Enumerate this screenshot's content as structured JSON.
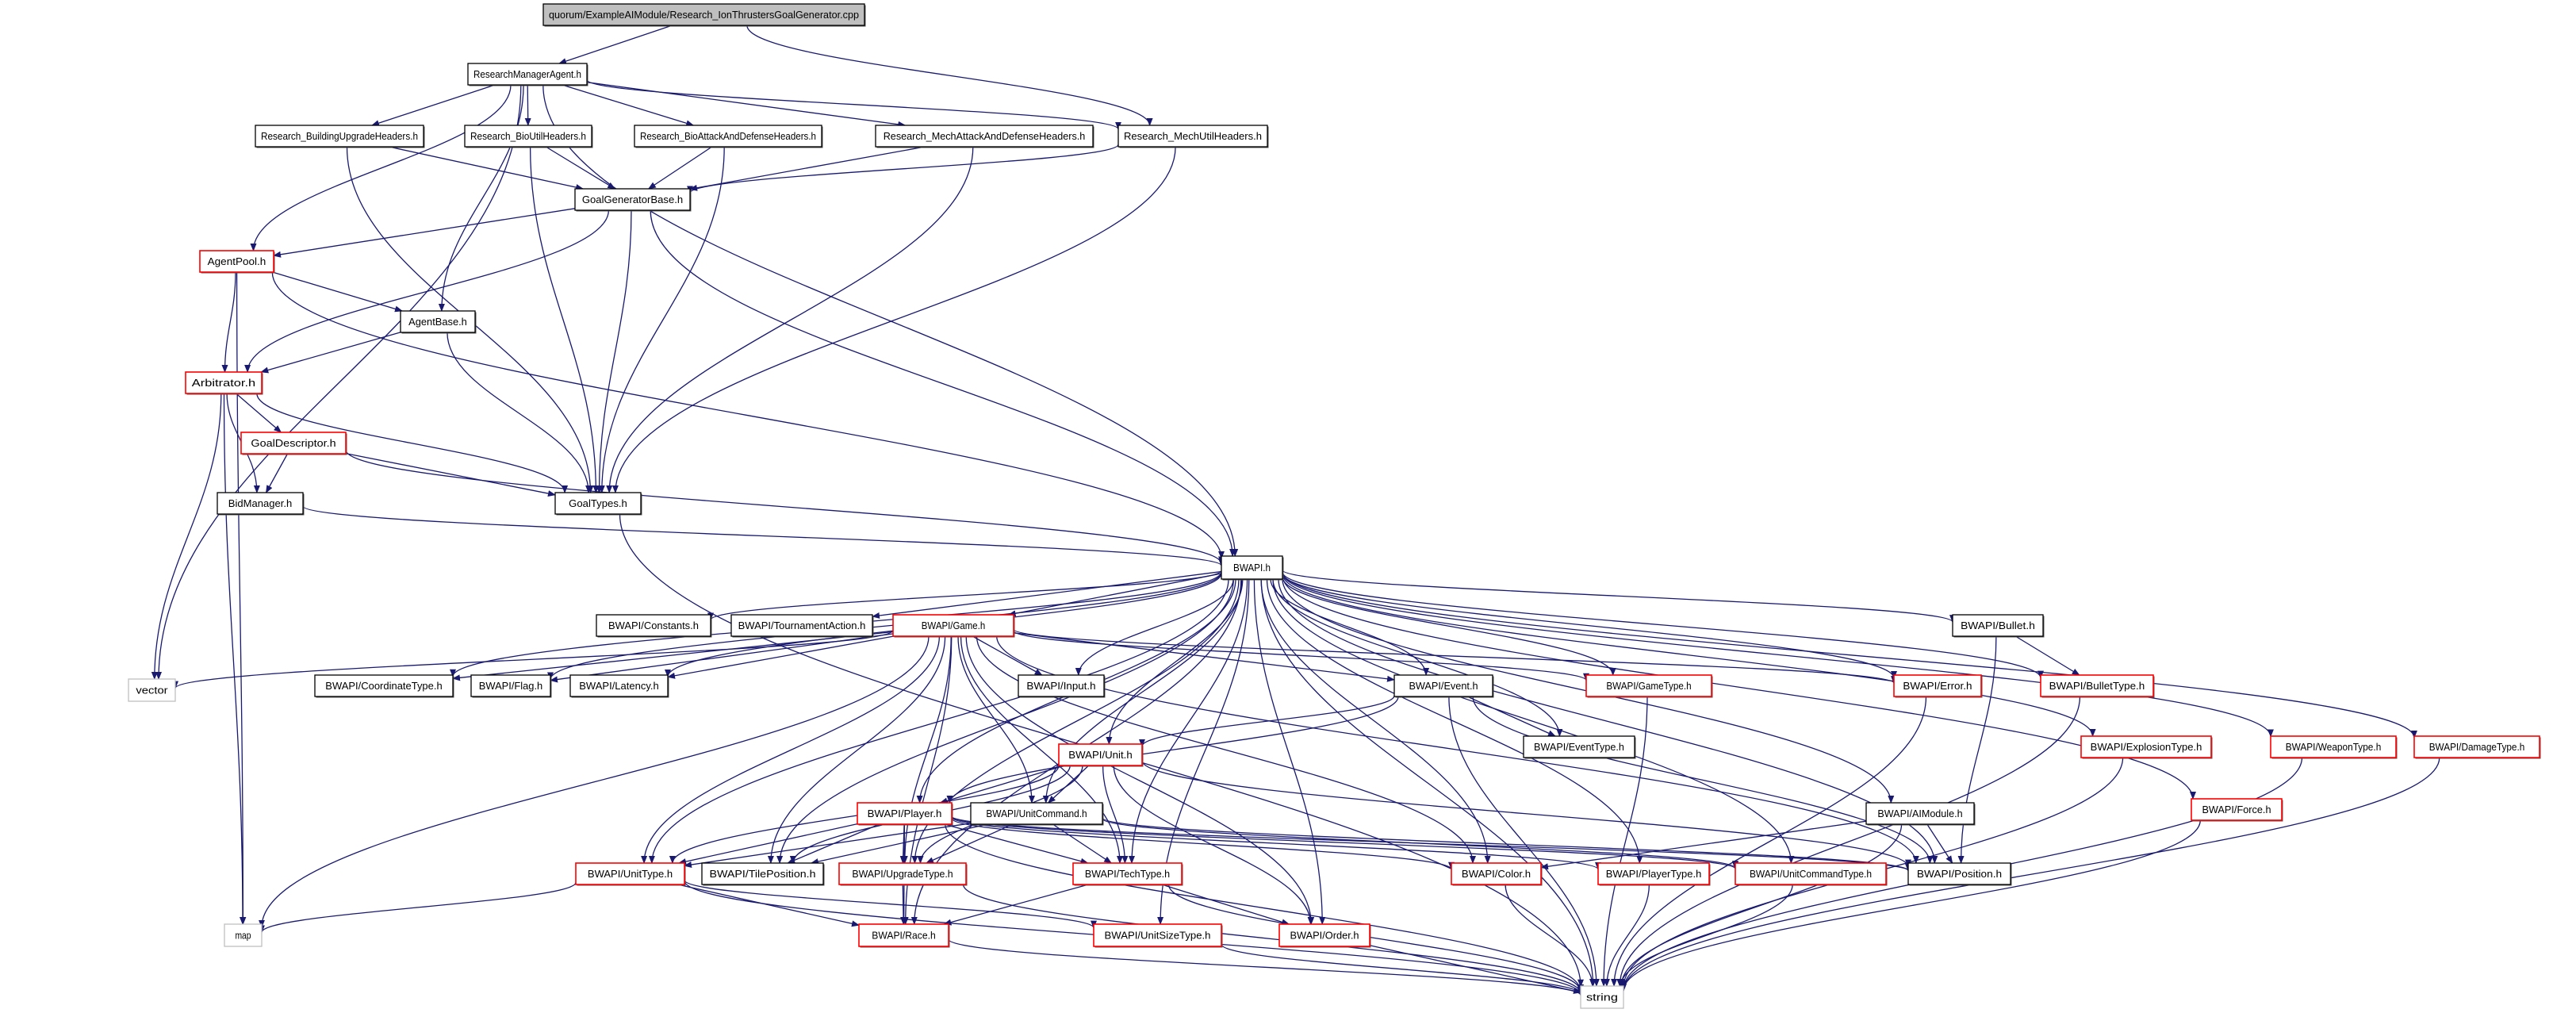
{
  "diagram": {
    "title": "quorum/ExampleAIModule/Research_IonThrustersGoalGenerator.cpp",
    "colors": {
      "edge": "#191970",
      "root_fill": "#bfbfbf",
      "node_fill": "#ffffff",
      "node_border": "#000000",
      "truncated_border": "#ff0000",
      "external_border": "#bfbfbf"
    },
    "nodes": [
      {
        "id": "root",
        "label": "quorum/ExampleAIModule/Research_IonThrustersGoalGenerator.cpp",
        "style": "root"
      },
      {
        "id": "rma",
        "label": "ResearchManagerAgent.h",
        "style": "normal"
      },
      {
        "id": "rbuh",
        "label": "Research_BuildingUpgradeHeaders.h",
        "style": "normal"
      },
      {
        "id": "rbio",
        "label": "Research_BioUtilHeaders.h",
        "style": "normal"
      },
      {
        "id": "rbad",
        "label": "Research_BioAttackAndDefenseHeaders.h",
        "style": "normal"
      },
      {
        "id": "rmad",
        "label": "Research_MechAttackAndDefenseHeaders.h",
        "style": "normal"
      },
      {
        "id": "rmu",
        "label": "Research_MechUtilHeaders.h",
        "style": "normal"
      },
      {
        "id": "ggb",
        "label": "GoalGeneratorBase.h",
        "style": "normal"
      },
      {
        "id": "apool",
        "label": "AgentPool.h",
        "style": "truncated"
      },
      {
        "id": "abase",
        "label": "AgentBase.h",
        "style": "normal"
      },
      {
        "id": "arb",
        "label": "Arbitrator.h",
        "style": "truncated"
      },
      {
        "id": "gdesc",
        "label": "GoalDescriptor.h",
        "style": "truncated"
      },
      {
        "id": "bidm",
        "label": "BidManager.h",
        "style": "normal"
      },
      {
        "id": "gtypes",
        "label": "GoalTypes.h",
        "style": "normal"
      },
      {
        "id": "bwapi",
        "label": "BWAPI.h",
        "style": "normal"
      },
      {
        "id": "vector",
        "label": "vector",
        "style": "external"
      },
      {
        "id": "constants",
        "label": "BWAPI/Constants.h",
        "style": "normal"
      },
      {
        "id": "tourn",
        "label": "BWAPI/TournamentAction.h",
        "style": "normal"
      },
      {
        "id": "game",
        "label": "BWAPI/Game.h",
        "style": "truncated"
      },
      {
        "id": "bullet",
        "label": "BWAPI/Bullet.h",
        "style": "normal"
      },
      {
        "id": "coord",
        "label": "BWAPI/CoordinateType.h",
        "style": "normal"
      },
      {
        "id": "flag",
        "label": "BWAPI/Flag.h",
        "style": "normal"
      },
      {
        "id": "latency",
        "label": "BWAPI/Latency.h",
        "style": "normal"
      },
      {
        "id": "input",
        "label": "BWAPI/Input.h",
        "style": "normal"
      },
      {
        "id": "event",
        "label": "BWAPI/Event.h",
        "style": "normal"
      },
      {
        "id": "gametype",
        "label": "BWAPI/GameType.h",
        "style": "truncated"
      },
      {
        "id": "error",
        "label": "BWAPI/Error.h",
        "style": "truncated"
      },
      {
        "id": "bullettype",
        "label": "BWAPI/BulletType.h",
        "style": "truncated"
      },
      {
        "id": "unit",
        "label": "BWAPI/Unit.h",
        "style": "truncated"
      },
      {
        "id": "eventtype",
        "label": "BWAPI/EventType.h",
        "style": "normal"
      },
      {
        "id": "explosion",
        "label": "BWAPI/ExplosionType.h",
        "style": "truncated"
      },
      {
        "id": "weapon",
        "label": "BWAPI/WeaponType.h",
        "style": "truncated"
      },
      {
        "id": "damage",
        "label": "BWAPI/DamageType.h",
        "style": "truncated"
      },
      {
        "id": "player",
        "label": "BWAPI/Player.h",
        "style": "truncated"
      },
      {
        "id": "unitcmd",
        "label": "BWAPI/UnitCommand.h",
        "style": "normal"
      },
      {
        "id": "aimodule",
        "label": "BWAPI/AIModule.h",
        "style": "normal"
      },
      {
        "id": "force",
        "label": "BWAPI/Force.h",
        "style": "truncated"
      },
      {
        "id": "unittype",
        "label": "BWAPI/UnitType.h",
        "style": "truncated"
      },
      {
        "id": "tilepos",
        "label": "BWAPI/TilePosition.h",
        "style": "normal"
      },
      {
        "id": "upgrade",
        "label": "BWAPI/UpgradeType.h",
        "style": "truncated"
      },
      {
        "id": "tech",
        "label": "BWAPI/TechType.h",
        "style": "truncated"
      },
      {
        "id": "color",
        "label": "BWAPI/Color.h",
        "style": "truncated"
      },
      {
        "id": "playertype",
        "label": "BWAPI/PlayerType.h",
        "style": "truncated"
      },
      {
        "id": "unitcmdtype",
        "label": "BWAPI/UnitCommandType.h",
        "style": "truncated"
      },
      {
        "id": "position",
        "label": "BWAPI/Position.h",
        "style": "normal"
      },
      {
        "id": "map",
        "label": "map",
        "style": "external"
      },
      {
        "id": "race",
        "label": "BWAPI/Race.h",
        "style": "truncated"
      },
      {
        "id": "unitsize",
        "label": "BWAPI/UnitSizeType.h",
        "style": "truncated"
      },
      {
        "id": "order",
        "label": "BWAPI/Order.h",
        "style": "truncated"
      },
      {
        "id": "string",
        "label": "string",
        "style": "external"
      }
    ],
    "edges": [
      [
        "root",
        "rma"
      ],
      [
        "root",
        "rmu"
      ],
      [
        "rma",
        "rbuh"
      ],
      [
        "rma",
        "rbio"
      ],
      [
        "rma",
        "rbad"
      ],
      [
        "rma",
        "rmad"
      ],
      [
        "rma",
        "rmu"
      ],
      [
        "rma",
        "apool"
      ],
      [
        "rma",
        "abase"
      ],
      [
        "rma",
        "vector"
      ],
      [
        "rma",
        "bwapi"
      ],
      [
        "rbuh",
        "ggb"
      ],
      [
        "rbuh",
        "gtypes"
      ],
      [
        "rbio",
        "ggb"
      ],
      [
        "rbio",
        "gtypes"
      ],
      [
        "rbad",
        "ggb"
      ],
      [
        "rbad",
        "gtypes"
      ],
      [
        "rmad",
        "ggb"
      ],
      [
        "rmad",
        "gtypes"
      ],
      [
        "rmu",
        "ggb"
      ],
      [
        "rmu",
        "gtypes"
      ],
      [
        "ggb",
        "apool"
      ],
      [
        "ggb",
        "arb"
      ],
      [
        "ggb",
        "gtypes"
      ],
      [
        "ggb",
        "bwapi"
      ],
      [
        "apool",
        "abase"
      ],
      [
        "apool",
        "arb"
      ],
      [
        "apool",
        "map"
      ],
      [
        "apool",
        "bwapi"
      ],
      [
        "abase",
        "arb"
      ],
      [
        "abase",
        "gtypes"
      ],
      [
        "arb",
        "gdesc"
      ],
      [
        "arb",
        "bidm"
      ],
      [
        "arb",
        "gtypes"
      ],
      [
        "arb",
        "vector"
      ],
      [
        "arb",
        "map"
      ],
      [
        "gdesc",
        "bidm"
      ],
      [
        "gdesc",
        "gtypes"
      ],
      [
        "gdesc",
        "bwapi"
      ],
      [
        "bidm",
        "bwapi"
      ],
      [
        "gtypes",
        "string"
      ],
      [
        "bwapi",
        "constants"
      ],
      [
        "bwapi",
        "tourn"
      ],
      [
        "bwapi",
        "game"
      ],
      [
        "bwapi",
        "coord"
      ],
      [
        "bwapi",
        "flag"
      ],
      [
        "bwapi",
        "latency"
      ],
      [
        "bwapi",
        "input"
      ],
      [
        "bwapi",
        "event"
      ],
      [
        "bwapi",
        "gametype"
      ],
      [
        "bwapi",
        "error"
      ],
      [
        "bwapi",
        "bullet"
      ],
      [
        "bwapi",
        "bullettype"
      ],
      [
        "bwapi",
        "explosion"
      ],
      [
        "bwapi",
        "weapon"
      ],
      [
        "bwapi",
        "damage"
      ],
      [
        "bwapi",
        "force"
      ],
      [
        "bwapi",
        "aimodule"
      ],
      [
        "bwapi",
        "unit"
      ],
      [
        "bwapi",
        "player"
      ],
      [
        "bwapi",
        "unitcmd"
      ],
      [
        "bwapi",
        "unittype"
      ],
      [
        "bwapi",
        "tilepos"
      ],
      [
        "bwapi",
        "upgrade"
      ],
      [
        "bwapi",
        "tech"
      ],
      [
        "bwapi",
        "color"
      ],
      [
        "bwapi",
        "playertype"
      ],
      [
        "bwapi",
        "unitcmdtype"
      ],
      [
        "bwapi",
        "position"
      ],
      [
        "bwapi",
        "race"
      ],
      [
        "bwapi",
        "unitsize"
      ],
      [
        "bwapi",
        "order"
      ],
      [
        "bwapi",
        "eventtype"
      ],
      [
        "bwapi",
        "string"
      ],
      [
        "game",
        "vector"
      ],
      [
        "game",
        "coord"
      ],
      [
        "game",
        "flag"
      ],
      [
        "game",
        "latency"
      ],
      [
        "game",
        "input"
      ],
      [
        "game",
        "event"
      ],
      [
        "game",
        "gametype"
      ],
      [
        "game",
        "error"
      ],
      [
        "game",
        "map"
      ],
      [
        "game",
        "unittype"
      ],
      [
        "game",
        "tilepos"
      ],
      [
        "game",
        "upgrade"
      ],
      [
        "game",
        "tech"
      ],
      [
        "game",
        "race"
      ],
      [
        "game",
        "color"
      ],
      [
        "game",
        "order"
      ],
      [
        "game",
        "position"
      ],
      [
        "game",
        "unitcmd"
      ],
      [
        "bullet",
        "bullettype"
      ],
      [
        "bullet",
        "position"
      ],
      [
        "event",
        "unit"
      ],
      [
        "event",
        "player"
      ],
      [
        "event",
        "eventtype"
      ],
      [
        "event",
        "position"
      ],
      [
        "event",
        "string"
      ],
      [
        "gametype",
        "string"
      ],
      [
        "error",
        "string"
      ],
      [
        "bullettype",
        "string"
      ],
      [
        "explosion",
        "string"
      ],
      [
        "weapon",
        "string"
      ],
      [
        "damage",
        "string"
      ],
      [
        "force",
        "string"
      ],
      [
        "unit",
        "unitcmd"
      ],
      [
        "unit",
        "player"
      ],
      [
        "unit",
        "unittype"
      ],
      [
        "unit",
        "tilepos"
      ],
      [
        "unit",
        "upgrade"
      ],
      [
        "unit",
        "tech"
      ],
      [
        "unit",
        "order"
      ],
      [
        "unit",
        "position"
      ],
      [
        "player",
        "unittype"
      ],
      [
        "player",
        "tilepos"
      ],
      [
        "player",
        "upgrade"
      ],
      [
        "player",
        "tech"
      ],
      [
        "player",
        "race"
      ],
      [
        "player",
        "color"
      ],
      [
        "player",
        "playertype"
      ],
      [
        "player",
        "position"
      ],
      [
        "player",
        "unitcmdtype"
      ],
      [
        "player",
        "string"
      ],
      [
        "unitcmd",
        "unittype"
      ],
      [
        "unitcmd",
        "tilepos"
      ],
      [
        "unitcmd",
        "upgrade"
      ],
      [
        "unitcmd",
        "tech"
      ],
      [
        "unitcmd",
        "unitcmdtype"
      ],
      [
        "unitcmd",
        "position"
      ],
      [
        "aimodule",
        "color"
      ],
      [
        "aimodule",
        "position"
      ],
      [
        "aimodule",
        "string"
      ],
      [
        "unittype",
        "map"
      ],
      [
        "unittype",
        "race"
      ],
      [
        "unittype",
        "unitsize"
      ],
      [
        "unittype",
        "string"
      ],
      [
        "upgrade",
        "race"
      ],
      [
        "upgrade",
        "string"
      ],
      [
        "tech",
        "race"
      ],
      [
        "tech",
        "order"
      ],
      [
        "tech",
        "string"
      ],
      [
        "color",
        "string"
      ],
      [
        "playertype",
        "string"
      ],
      [
        "unitcmdtype",
        "string"
      ],
      [
        "race",
        "string"
      ],
      [
        "unitsize",
        "string"
      ],
      [
        "order",
        "string"
      ]
    ]
  }
}
